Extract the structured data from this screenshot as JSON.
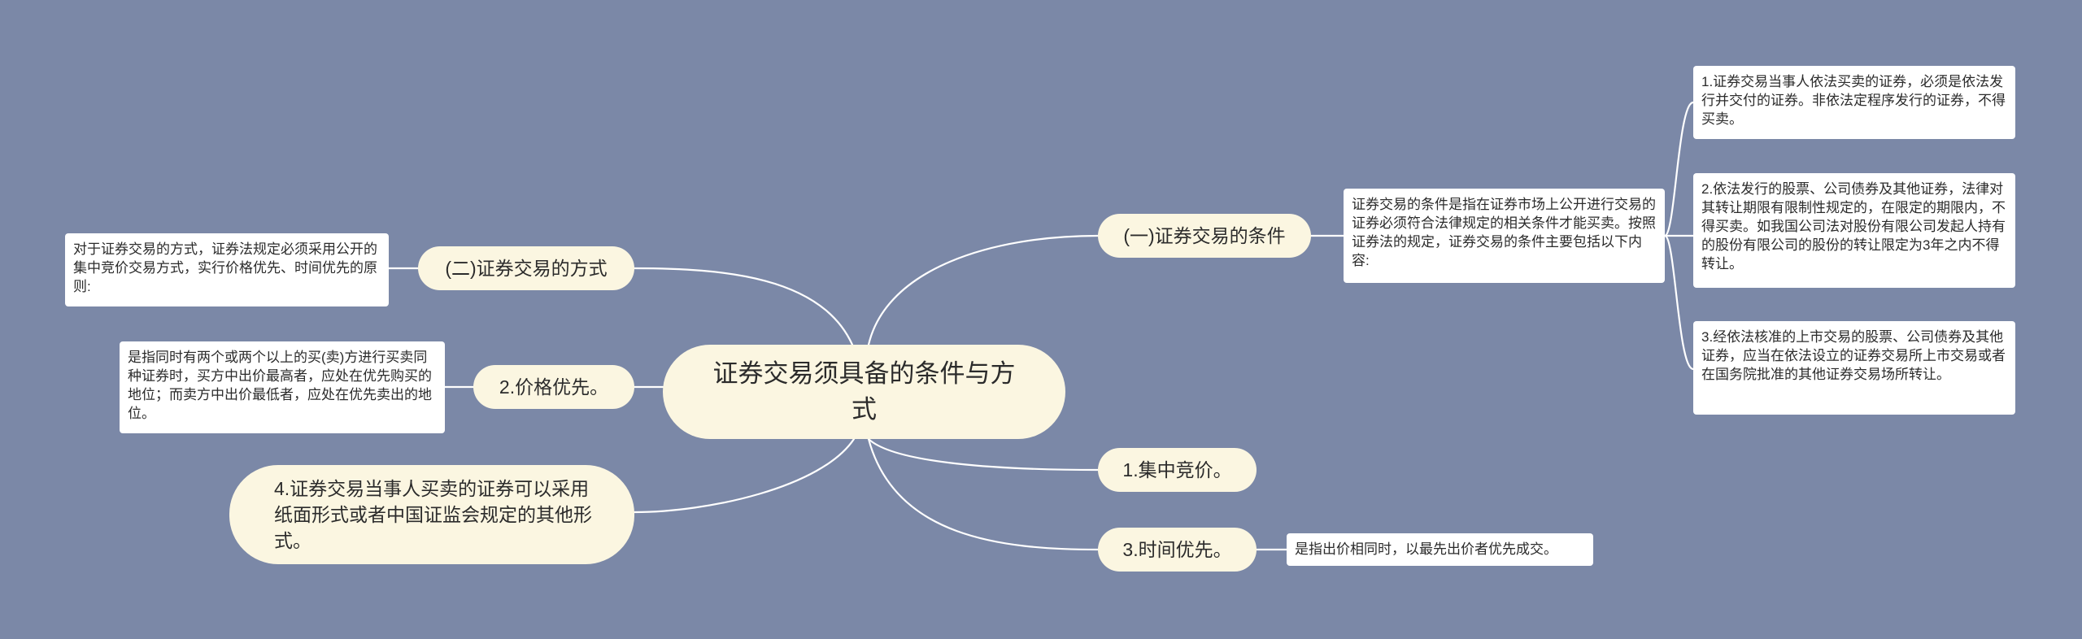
{
  "colors": {
    "background": "#7b88a7",
    "topic_fill": "#fbf6e1",
    "note_fill": "#ffffff",
    "connector": "#ffffff"
  },
  "root": {
    "label": "证券交易须具备的条件与方式"
  },
  "branches": {
    "conditions": {
      "label": "(一)证券交易的条件",
      "note": "证券交易的条件是指在证券市场上公开进行交易的证券必须符合法律规定的相关条件才能买卖。按照证券法的规定，证券交易的条件主要包括以下内容:",
      "items": [
        "1.证券交易当事人依法买卖的证券，必须是依法发行并交付的证券。非依法定程序发行的证券，不得买卖。",
        "2.依法发行的股票、公司债券及其他证券，法律对其转让期限有限制性规定的，在限定的期限内，不得买卖。如我国公司法对股份有限公司发起人持有的股份有限公司的股份的转让限定为3年之内不得转让。",
        "3.经依法核准的上市交易的股票、公司债券及其他证券，应当在依法设立的证券交易所上市交易或者在国务院批准的其他证券交易场所转让。"
      ]
    },
    "methods": {
      "label": "(二)证券交易的方式",
      "note": "对于证券交易的方式，证券法规定必须采用公开的集中竞价交易方式，实行价格优先、时间优先的原则:"
    },
    "price_priority": {
      "label": "2.价格优先。",
      "note": "是指同时有两个或两个以上的买(卖)方进行买卖同种证券时，买方中出价最高者，应处在优先购买的地位；而卖方中出价最低者，应处在优先卖出的地位。"
    },
    "paper_form": {
      "label": "4.证券交易当事人买卖的证券可以采用纸面形式或者中国证监会规定的其他形式。"
    },
    "auction": {
      "label": "1.集中竞价。"
    },
    "time_priority": {
      "label": "3.时间优先。",
      "note": "是指出价相同时，以最先出价者优先成交。"
    }
  }
}
